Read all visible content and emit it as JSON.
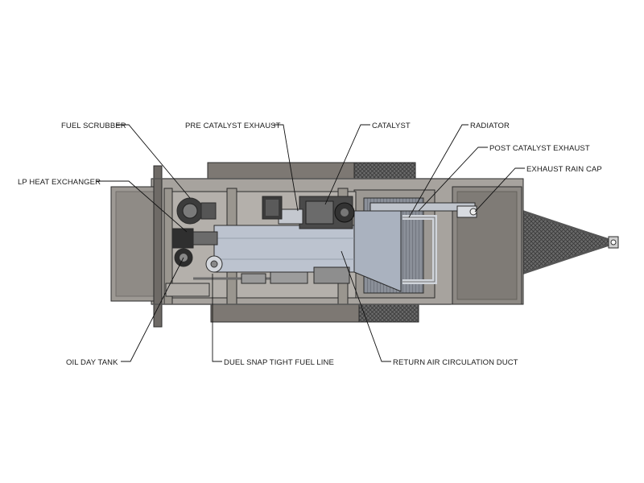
{
  "callouts": {
    "fuel_scrubber": "FUEL SCRUBBER",
    "lp_heat_exchanger": "LP HEAT EXCHANGER",
    "oil_day_tank": "OIL DAY TANK",
    "pre_catalyst_exhaust": "PRE CATALYST EXHAUST",
    "catalyst": "CATALYST",
    "radiator": "RADIATOR",
    "post_catalyst_exhaust": "POST CATALYST EXHAUST",
    "exhaust_rain_cap": "EXHAUST RAIN CAP",
    "duel_snap_tight_fuel_line": "DUEL SNAP TIGHT FUEL LINE",
    "return_air_circulation_duct": "RETURN AIR CIRCULATION DUCT"
  },
  "colors": {
    "background": "#ffffff",
    "frame": "#8f8b86",
    "panel": "#a39f9a",
    "duct": "#b9c0cc",
    "dark_part": "#3a3a3a",
    "mesh": "#5e5e5e",
    "text": "#1a1a1a"
  }
}
